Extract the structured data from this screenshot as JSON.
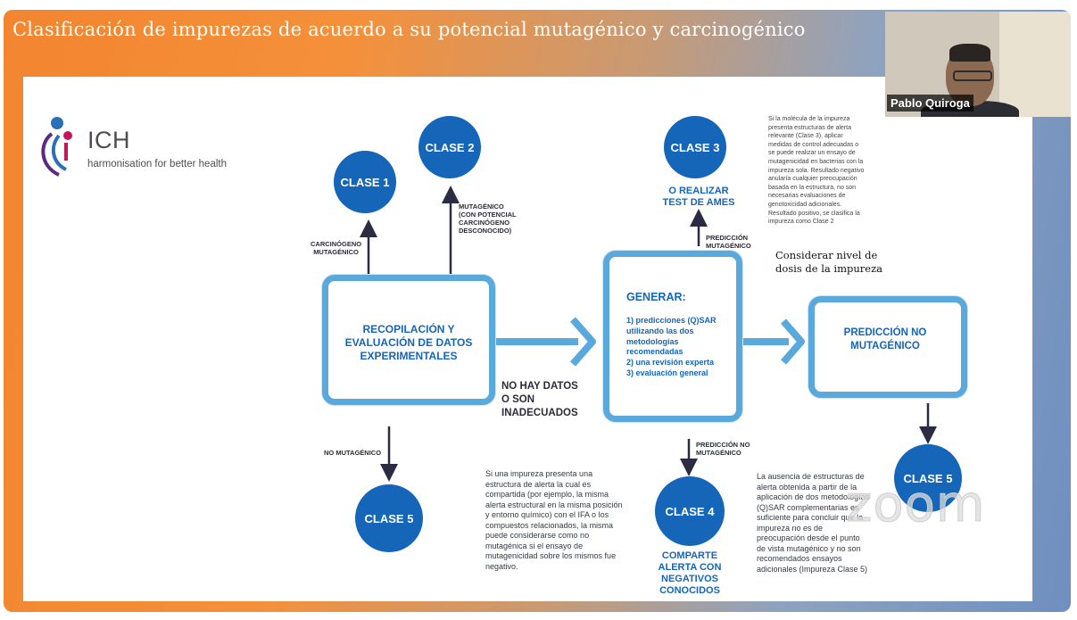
{
  "title": "Clasificación de impurezas de acuerdo a su potencial mutagénico y carcinogénico",
  "participant": {
    "name": "Pablo Quiroga"
  },
  "logo": {
    "text": "ICH",
    "tagline": "harmonisation for better health"
  },
  "circles": {
    "clase1": "CLASE 1",
    "clase2": "CLASE 2",
    "clase3": "CLASE 3",
    "clase4": "CLASE 4",
    "clase5_left": "CLASE 5",
    "clase5_right": "CLASE 5"
  },
  "boxes": {
    "recopilacion": "RECOPILACIÓN Y EVALUACIÓN DE DATOS EXPERIMENTALES",
    "generar_title": "GENERAR:",
    "generar_items": [
      "1) predicciones (Q)SAR",
      "utilizando las dos",
      "metodologías",
      "recomendadas",
      "2) una revisión experta",
      "3) evaluación general"
    ],
    "prediccion": "PREDICCIÓN NO MUTAGÉNICO"
  },
  "labels": {
    "carcinogeno": [
      "CARCINÓGENO",
      "MUTAGÉNICO"
    ],
    "mutagenico_potencial": [
      "MUTAGÉNICO",
      "(CON POTENCIAL",
      "CARCINÓGENO",
      "DESCONOCIDO)"
    ],
    "no_mutagenico": "NO MUTAGÉNICO",
    "no_hay_datos": [
      "NO HAY DATOS",
      "O SON",
      "INADECUADOS"
    ],
    "prediccion_mutagenico": [
      "PREDICCIÓN",
      "MUTAGÉNICO"
    ],
    "prediccion_no_mutagenico": [
      "PREDICCIÓN NO",
      "MUTAGÉNICO"
    ],
    "realizar_ames": [
      "O REALIZAR",
      "TEST DE AMES"
    ],
    "comparte_alerta": [
      "COMPARTE",
      "ALERTA CON",
      "NEGATIVOS",
      "CONOCIDOS"
    ]
  },
  "notes": {
    "considerar": [
      "Considerar nivel de",
      "dosis de la impureza"
    ],
    "clase3_text": [
      "Si la molécula de la impureza",
      "presenta estructuras de alerta",
      "relevante (Clase 3), aplicar",
      "medidas de control adecuadas o",
      "se puede realizar un ensayo de",
      "mutagenicidad en bacterias con la",
      "impureza sola. Resultado negativo",
      "anularía cualquier preocupación",
      "basada en la estructura, no son",
      "necesarias evaluaciones de",
      "genotoxicidad adicionales.",
      "Resultado positivo, se clasifica la",
      "impureza como Clase 2"
    ],
    "clase4_text": [
      "Si una impureza presenta una",
      "estructura de alerta la cual es",
      "compartida (por ejemplo, la misma",
      "alerta estructural en la misma posición",
      "y entorno químico) con el IFA o los",
      "compuestos relacionados, la misma",
      "puede considerarse como no",
      "mutagénica si el ensayo de",
      "mutagenicidad sobre los mismos fue",
      "negativo."
    ],
    "clase5_text": [
      "La ausencia de estructuras de",
      "alerta obtenida a partir de la",
      "aplicación de dos metodologías",
      "(Q)SAR complementarias es",
      "suficiente para concluir que la",
      "impureza no es de",
      "preocupación desde el punto",
      "de vista mutagénico y no son",
      "recomendados ensayos",
      "adicionales (Impureza Clase 5)"
    ]
  },
  "watermark": "zoom",
  "colors": {
    "circle": "#1565b8",
    "box_border": "#5aa9dc",
    "arrow": "#2b2b44",
    "banner": "#f3852f"
  }
}
